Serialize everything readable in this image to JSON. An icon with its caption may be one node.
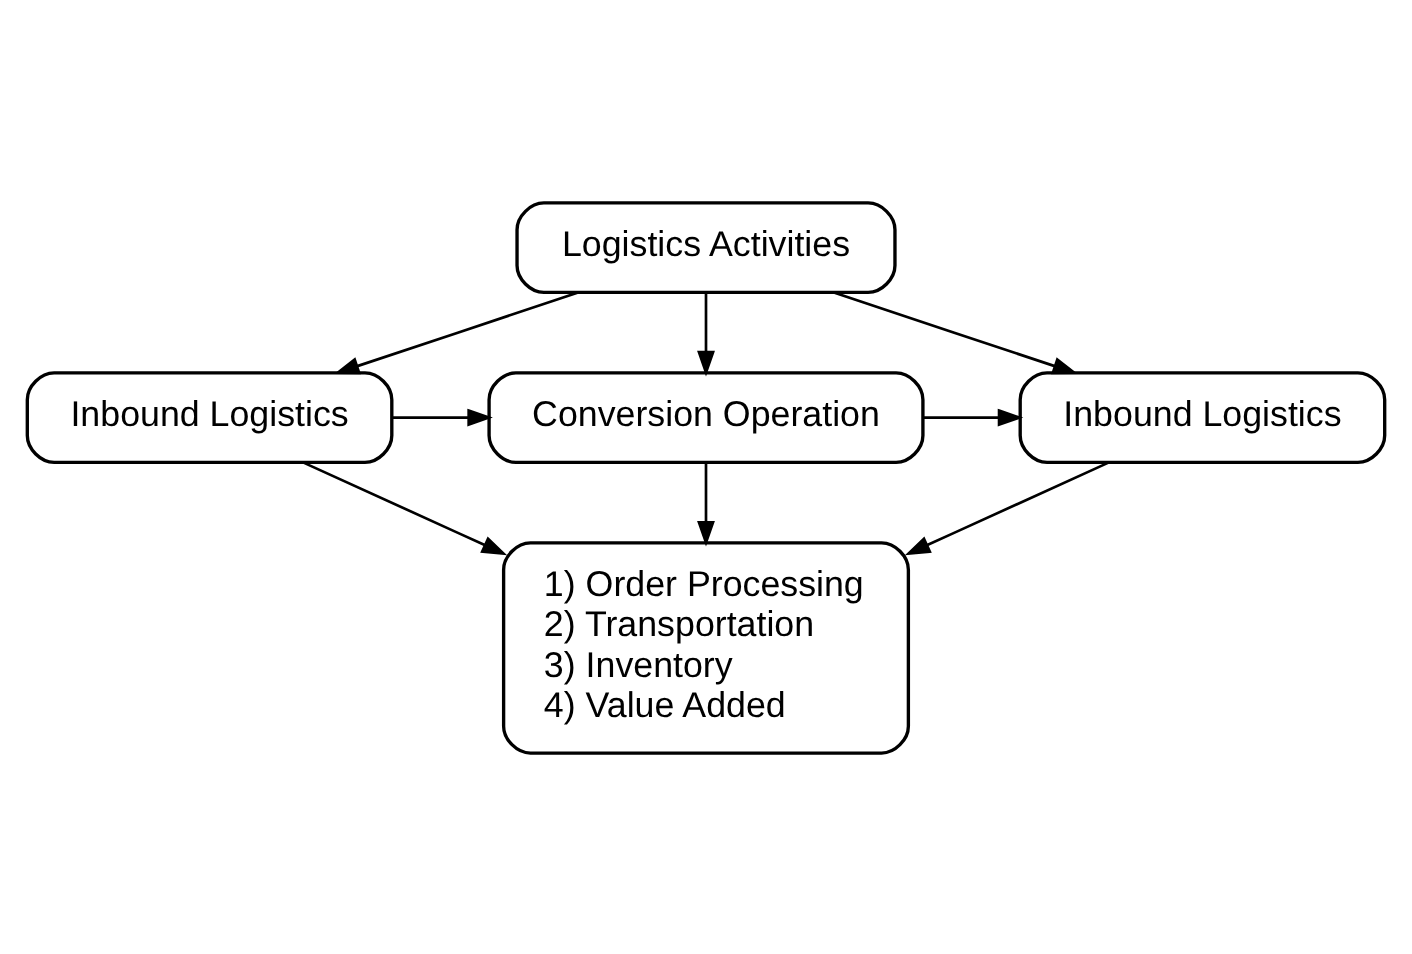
{
  "diagram": {
    "nodes": [
      {
        "text": [
          "Logistics Activities"
        ]
      },
      {
        "text": [
          "Inbound Logistics"
        ]
      },
      {
        "text": [
          "Conversion Operation"
        ]
      },
      {
        "text": [
          "Inbound Logistics"
        ]
      },
      {
        "text": [
          "1) Order Processing",
          "2) Transportation",
          "3) Inventory",
          "4) Value Added"
        ]
      }
    ],
    "edges": [
      {
        "from": 0,
        "to": 1,
        "arrow": "to"
      },
      {
        "from": 0,
        "to": 2,
        "arrow": "to"
      },
      {
        "from": 0,
        "to": 3,
        "arrow": "to"
      },
      {
        "from": 1,
        "to": 2,
        "arrow": "to"
      },
      {
        "from": 2,
        "to": 3,
        "arrow": "to"
      },
      {
        "from": 2,
        "to": 4,
        "arrow": "to"
      },
      {
        "from": 1,
        "to": 4,
        "arrow": "to"
      },
      {
        "from": 3,
        "to": 4,
        "arrow": "to"
      }
    ]
  }
}
